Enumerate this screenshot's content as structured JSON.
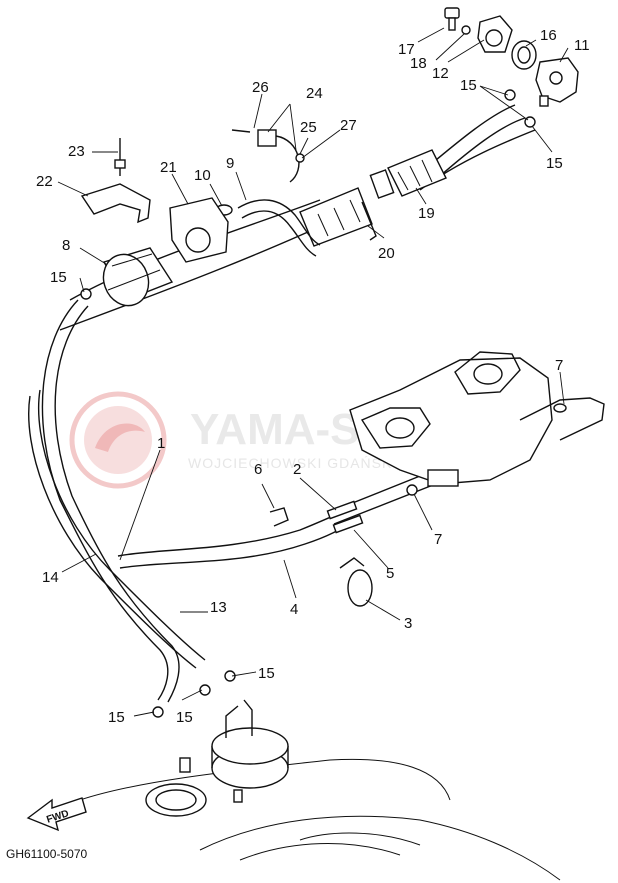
{
  "watermark": {
    "brand": "YAMA-S   ERT",
    "subtitle": "WOJCIECHOWSKI   GDAŃSK   OLIWA"
  },
  "fwd_label": "FWD",
  "diagram_code": "GH61100-5070",
  "callouts": [
    {
      "id": "c1",
      "label": "1"
    },
    {
      "id": "c2",
      "label": "2"
    },
    {
      "id": "c3",
      "label": "3"
    },
    {
      "id": "c4",
      "label": "4"
    },
    {
      "id": "c5",
      "label": "5"
    },
    {
      "id": "c6",
      "label": "6"
    },
    {
      "id": "c7a",
      "label": "7"
    },
    {
      "id": "c7b",
      "label": "7"
    },
    {
      "id": "c8",
      "label": "8"
    },
    {
      "id": "c9",
      "label": "9"
    },
    {
      "id": "c10",
      "label": "10"
    },
    {
      "id": "c11",
      "label": "11"
    },
    {
      "id": "c12",
      "label": "12"
    },
    {
      "id": "c13",
      "label": "13"
    },
    {
      "id": "c14",
      "label": "14"
    },
    {
      "id": "c15a",
      "label": "15"
    },
    {
      "id": "c15b",
      "label": "15"
    },
    {
      "id": "c15c",
      "label": "15"
    },
    {
      "id": "c15d",
      "label": "15"
    },
    {
      "id": "c15e",
      "label": "15"
    },
    {
      "id": "c15f",
      "label": "15"
    },
    {
      "id": "c16",
      "label": "16"
    },
    {
      "id": "c17",
      "label": "17"
    },
    {
      "id": "c18",
      "label": "18"
    },
    {
      "id": "c19",
      "label": "19"
    },
    {
      "id": "c20",
      "label": "20"
    },
    {
      "id": "c21",
      "label": "21"
    },
    {
      "id": "c22",
      "label": "22"
    },
    {
      "id": "c23",
      "label": "23"
    },
    {
      "id": "c24",
      "label": "24"
    },
    {
      "id": "c25",
      "label": "25"
    },
    {
      "id": "c26",
      "label": "26"
    },
    {
      "id": "c27",
      "label": "27"
    }
  ]
}
